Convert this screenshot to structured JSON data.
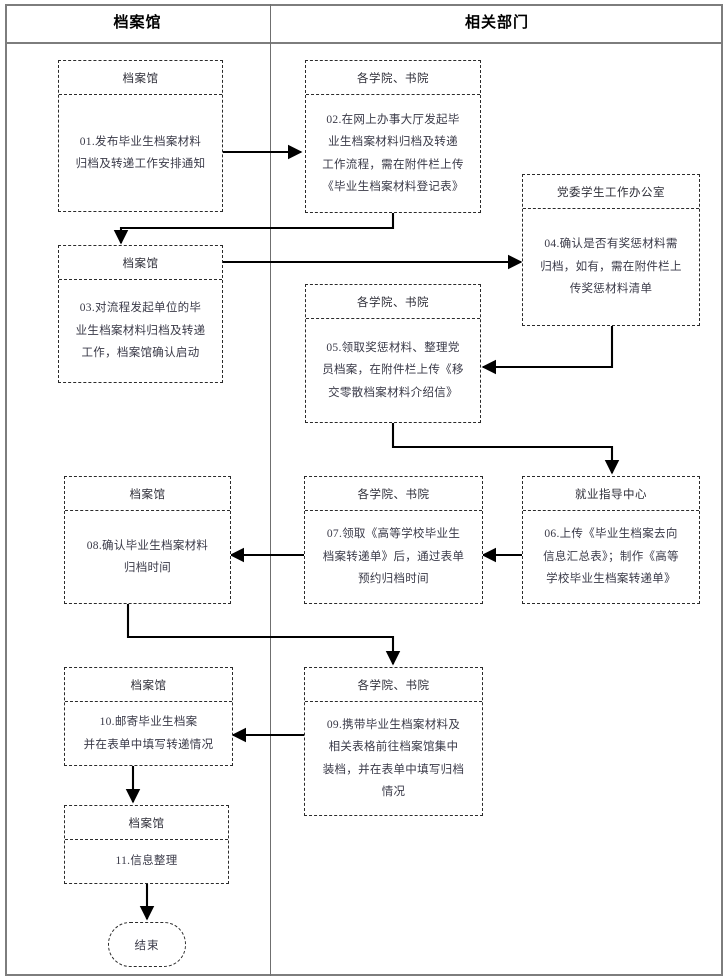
{
  "diagram": {
    "lanes": [
      {
        "id": "lane-archive",
        "title": "档案馆"
      },
      {
        "id": "lane-departments",
        "title": "相关部门"
      }
    ],
    "nodes": [
      {
        "id": "n01",
        "actor": "档案馆",
        "text": "01.发布毕业生档案材料归档及转递工作安排通知",
        "lines": [
          "01.发布毕业生档案材料",
          "归档及转递工作安排通知"
        ]
      },
      {
        "id": "n02",
        "actor": "各学院、书院",
        "text": "02.在网上办事大厅发起毕业生档案材料归档及转递工作流程，需在附件栏上传《毕业生档案材料登记表》",
        "lines": [
          "02.在网上办事大厅发起毕",
          "业生档案材料归档及转递",
          "工作流程，需在附件栏上传",
          "《毕业生档案材料登记表》"
        ]
      },
      {
        "id": "n03",
        "actor": "档案馆",
        "text": "03.对流程发起单位的毕业生档案材料归档及转递工作，档案馆确认启动",
        "lines": [
          "03.对流程发起单位的毕",
          "业生档案材料归档及转递",
          "工作，档案馆确认启动"
        ]
      },
      {
        "id": "n04",
        "actor": "党委学生工作办公室",
        "text": "04.确认是否有奖惩材料需归档，如有，需在附件栏上传奖惩材料清单",
        "lines": [
          "04.确认是否有奖惩材料需",
          "归档，如有，需在附件栏上",
          "传奖惩材料清单"
        ]
      },
      {
        "id": "n05",
        "actor": "各学院、书院",
        "text": "05.领取奖惩材料、整理党员档案，在附件栏上传《移交零散档案材料介绍信》",
        "lines": [
          "05.领取奖惩材料、整理党",
          "员档案，在附件栏上传《移",
          "交零散档案材料介绍信》"
        ]
      },
      {
        "id": "n06",
        "actor": "就业指导中心",
        "text": "06.上传《毕业生档案去向信息汇总表》；制作《高等学校毕业生档案转递单》",
        "lines": [
          "06.上传《毕业生档案去向",
          "信息汇总表》；制作《高等",
          "学校毕业生档案转递单》"
        ]
      },
      {
        "id": "n07",
        "actor": "各学院、书院",
        "text": "07.领取《高等学校毕业生档案转递单》后，通过表单预约归档时间",
        "lines": [
          "07.领取《高等学校毕业生",
          "档案转递单》后，通过表单",
          "预约归档时间"
        ]
      },
      {
        "id": "n08",
        "actor": "档案馆",
        "text": "08.确认毕业生档案材料归档时间",
        "lines": [
          "08.确认毕业生档案材料",
          "归档时间"
        ]
      },
      {
        "id": "n09",
        "actor": "各学院、书院",
        "text": "09.携带毕业生档案材料及相关表格前往档案馆集中装档，并在表单中填写归档情况",
        "lines": [
          "09.携带毕业生档案材料及",
          "相关表格前往档案馆集中",
          "装档，并在表单中填写归档",
          "情况"
        ]
      },
      {
        "id": "n10",
        "actor": "档案馆",
        "text": "10.邮寄毕业生档案并在表单中填写转递情况",
        "lines": [
          "10.邮寄毕业生档案",
          "并在表单中填写转递情况"
        ]
      },
      {
        "id": "n11",
        "actor": "档案馆",
        "text": "11.信息整理",
        "lines": [
          "11.信息整理"
        ]
      }
    ],
    "terminator": {
      "id": "end",
      "label": "结束"
    },
    "colors": {
      "frame": "#7d7d7d",
      "node_border": "#2b2b2b",
      "connector": "#000000",
      "text": "#3a3a48"
    },
    "flow": [
      "01 → 02",
      "02 → 03",
      "03 → 04",
      "04 → 05",
      "05 → 06",
      "06 → 07",
      "07 → 08",
      "08 → 09",
      "09 → 10",
      "10 → 11",
      "11 → 结束"
    ]
  }
}
